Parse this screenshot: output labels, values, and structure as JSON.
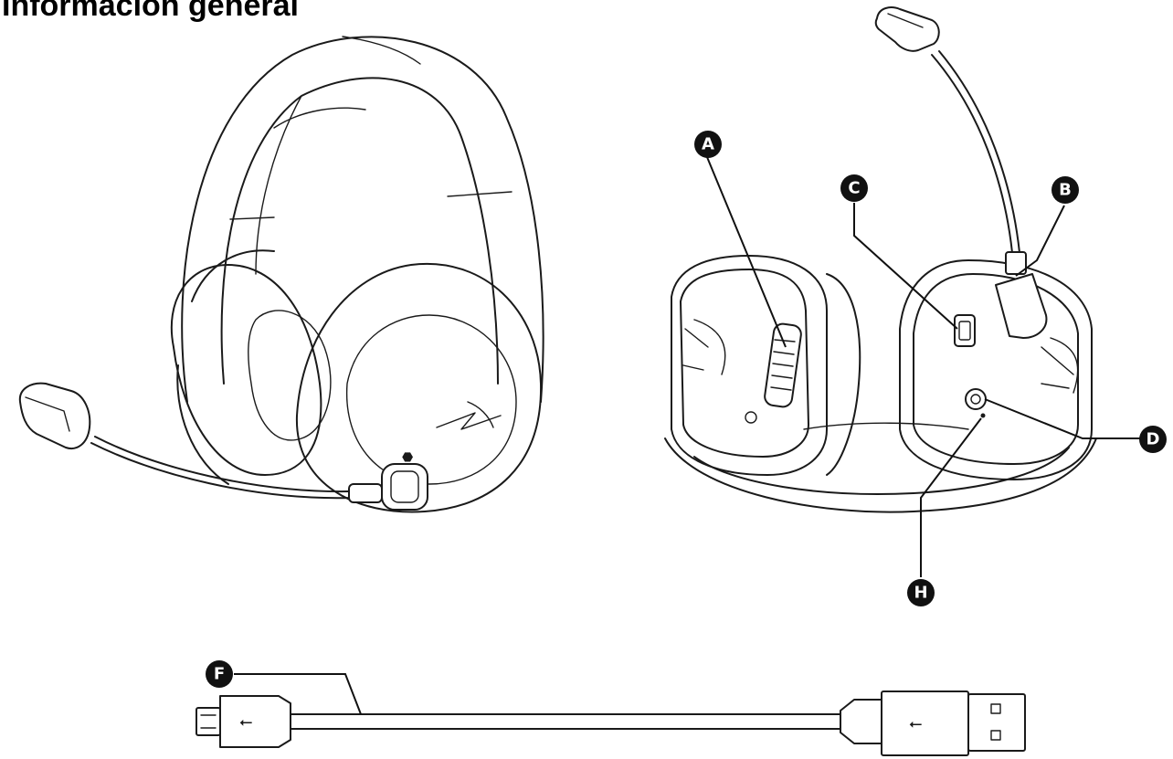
{
  "page": {
    "title": "Información general"
  },
  "callouts": {
    "a": "A",
    "b": "B",
    "c": "C",
    "d": "D",
    "f": "F",
    "h": "H"
  },
  "icons": {
    "usb_symbol": "usb-icon",
    "mic_symbol": "microphone-icon",
    "power_symbol": "power-icon"
  },
  "colors": {
    "line": "#1a1a1a",
    "callout_fill": "#111111",
    "background": "#ffffff"
  }
}
